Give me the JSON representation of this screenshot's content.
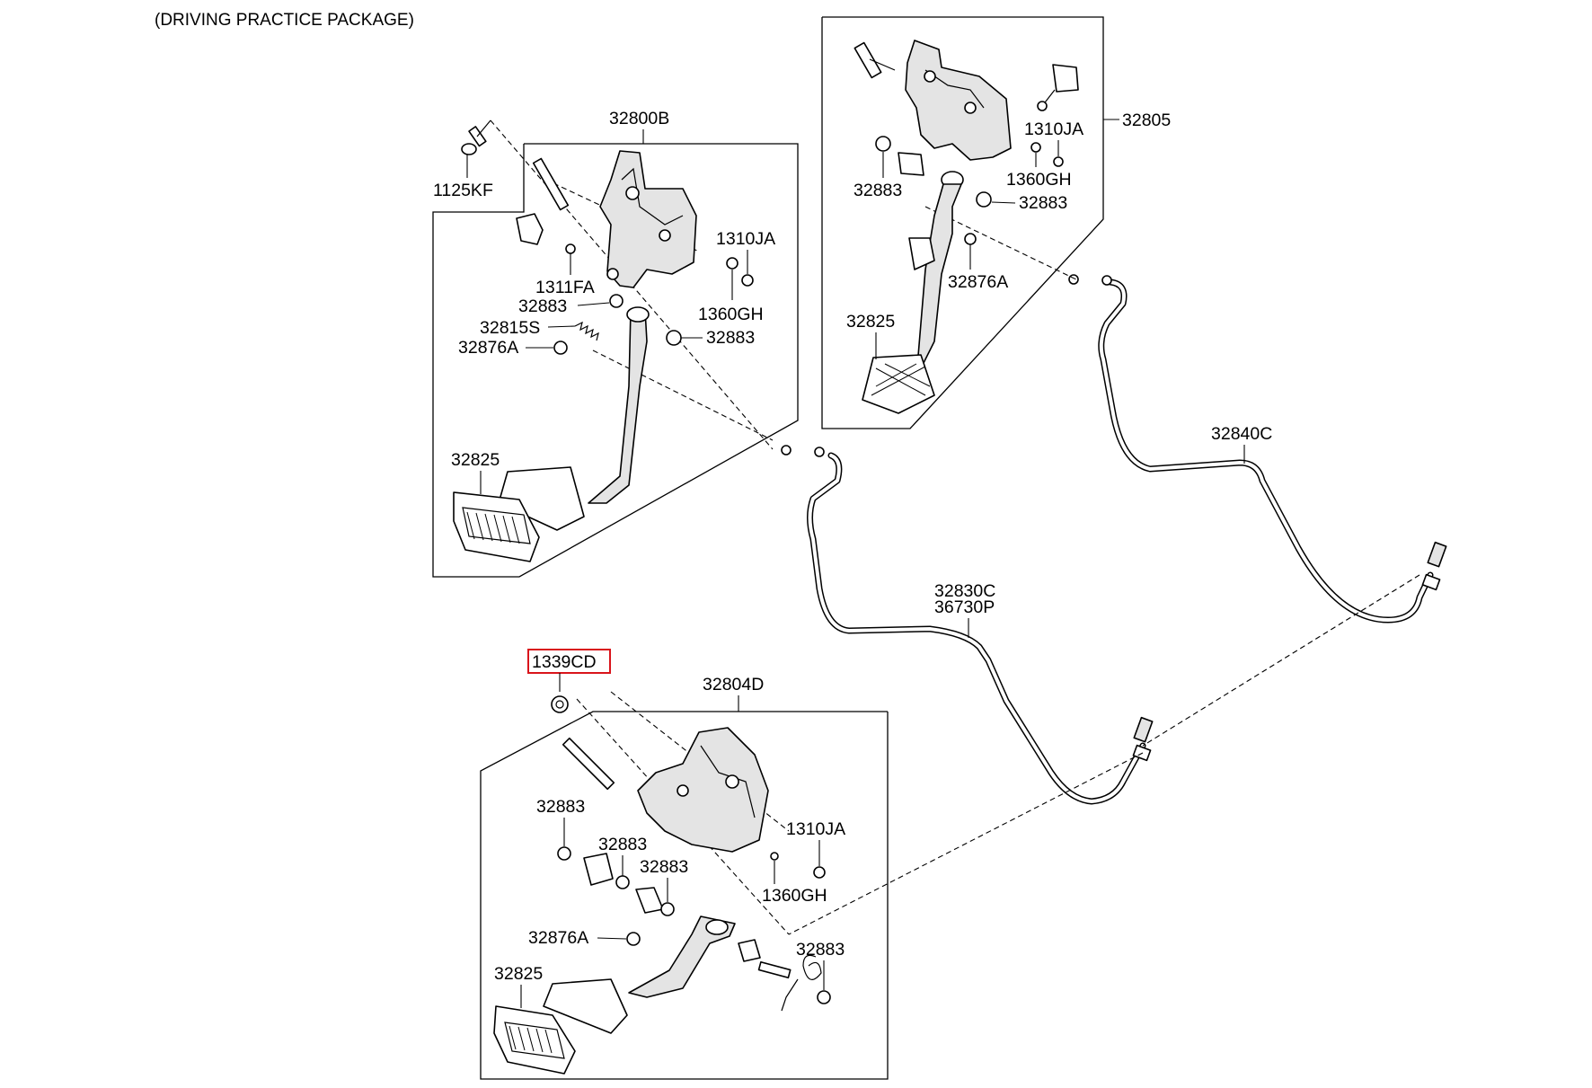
{
  "title": "(DRIVING PRACTICE PACKAGE)",
  "assemblies": [
    {
      "id": "32800B",
      "label": "32800B"
    },
    {
      "id": "32805",
      "label": "32805"
    },
    {
      "id": "32804D",
      "label": "32804D"
    }
  ],
  "labels": {
    "a1_1125KF": "1125KF",
    "a1_1310JA": "1310JA",
    "a1_1311FA": "1311FA",
    "a1_32883_top": "32883",
    "a1_1360GH": "1360GH",
    "a1_32815S": "32815S",
    "a1_32883_right": "32883",
    "a1_32876A": "32876A",
    "a1_32825": "32825",
    "a2_1310JA": "1310JA",
    "a2_32883_left": "32883",
    "a2_1360GH": "1360GH",
    "a2_32883_right": "32883",
    "a2_32876A": "32876A",
    "a2_32825": "32825",
    "cable_32840C": "32840C",
    "cable_32830C": "32830C",
    "cable_36730P": "36730P",
    "a3_1339CD": "1339CD",
    "a3_32883_a": "32883",
    "a3_32883_b": "32883",
    "a3_32883_c": "32883",
    "a3_1310JA": "1310JA",
    "a3_1360GH": "1360GH",
    "a3_32876A": "32876A",
    "a3_32825": "32825",
    "a3_32883_d": "32883"
  },
  "highlighted_part": "1339CD",
  "colors": {
    "line": "#000000",
    "highlight": "#d9141b",
    "background": "#ffffff"
  }
}
